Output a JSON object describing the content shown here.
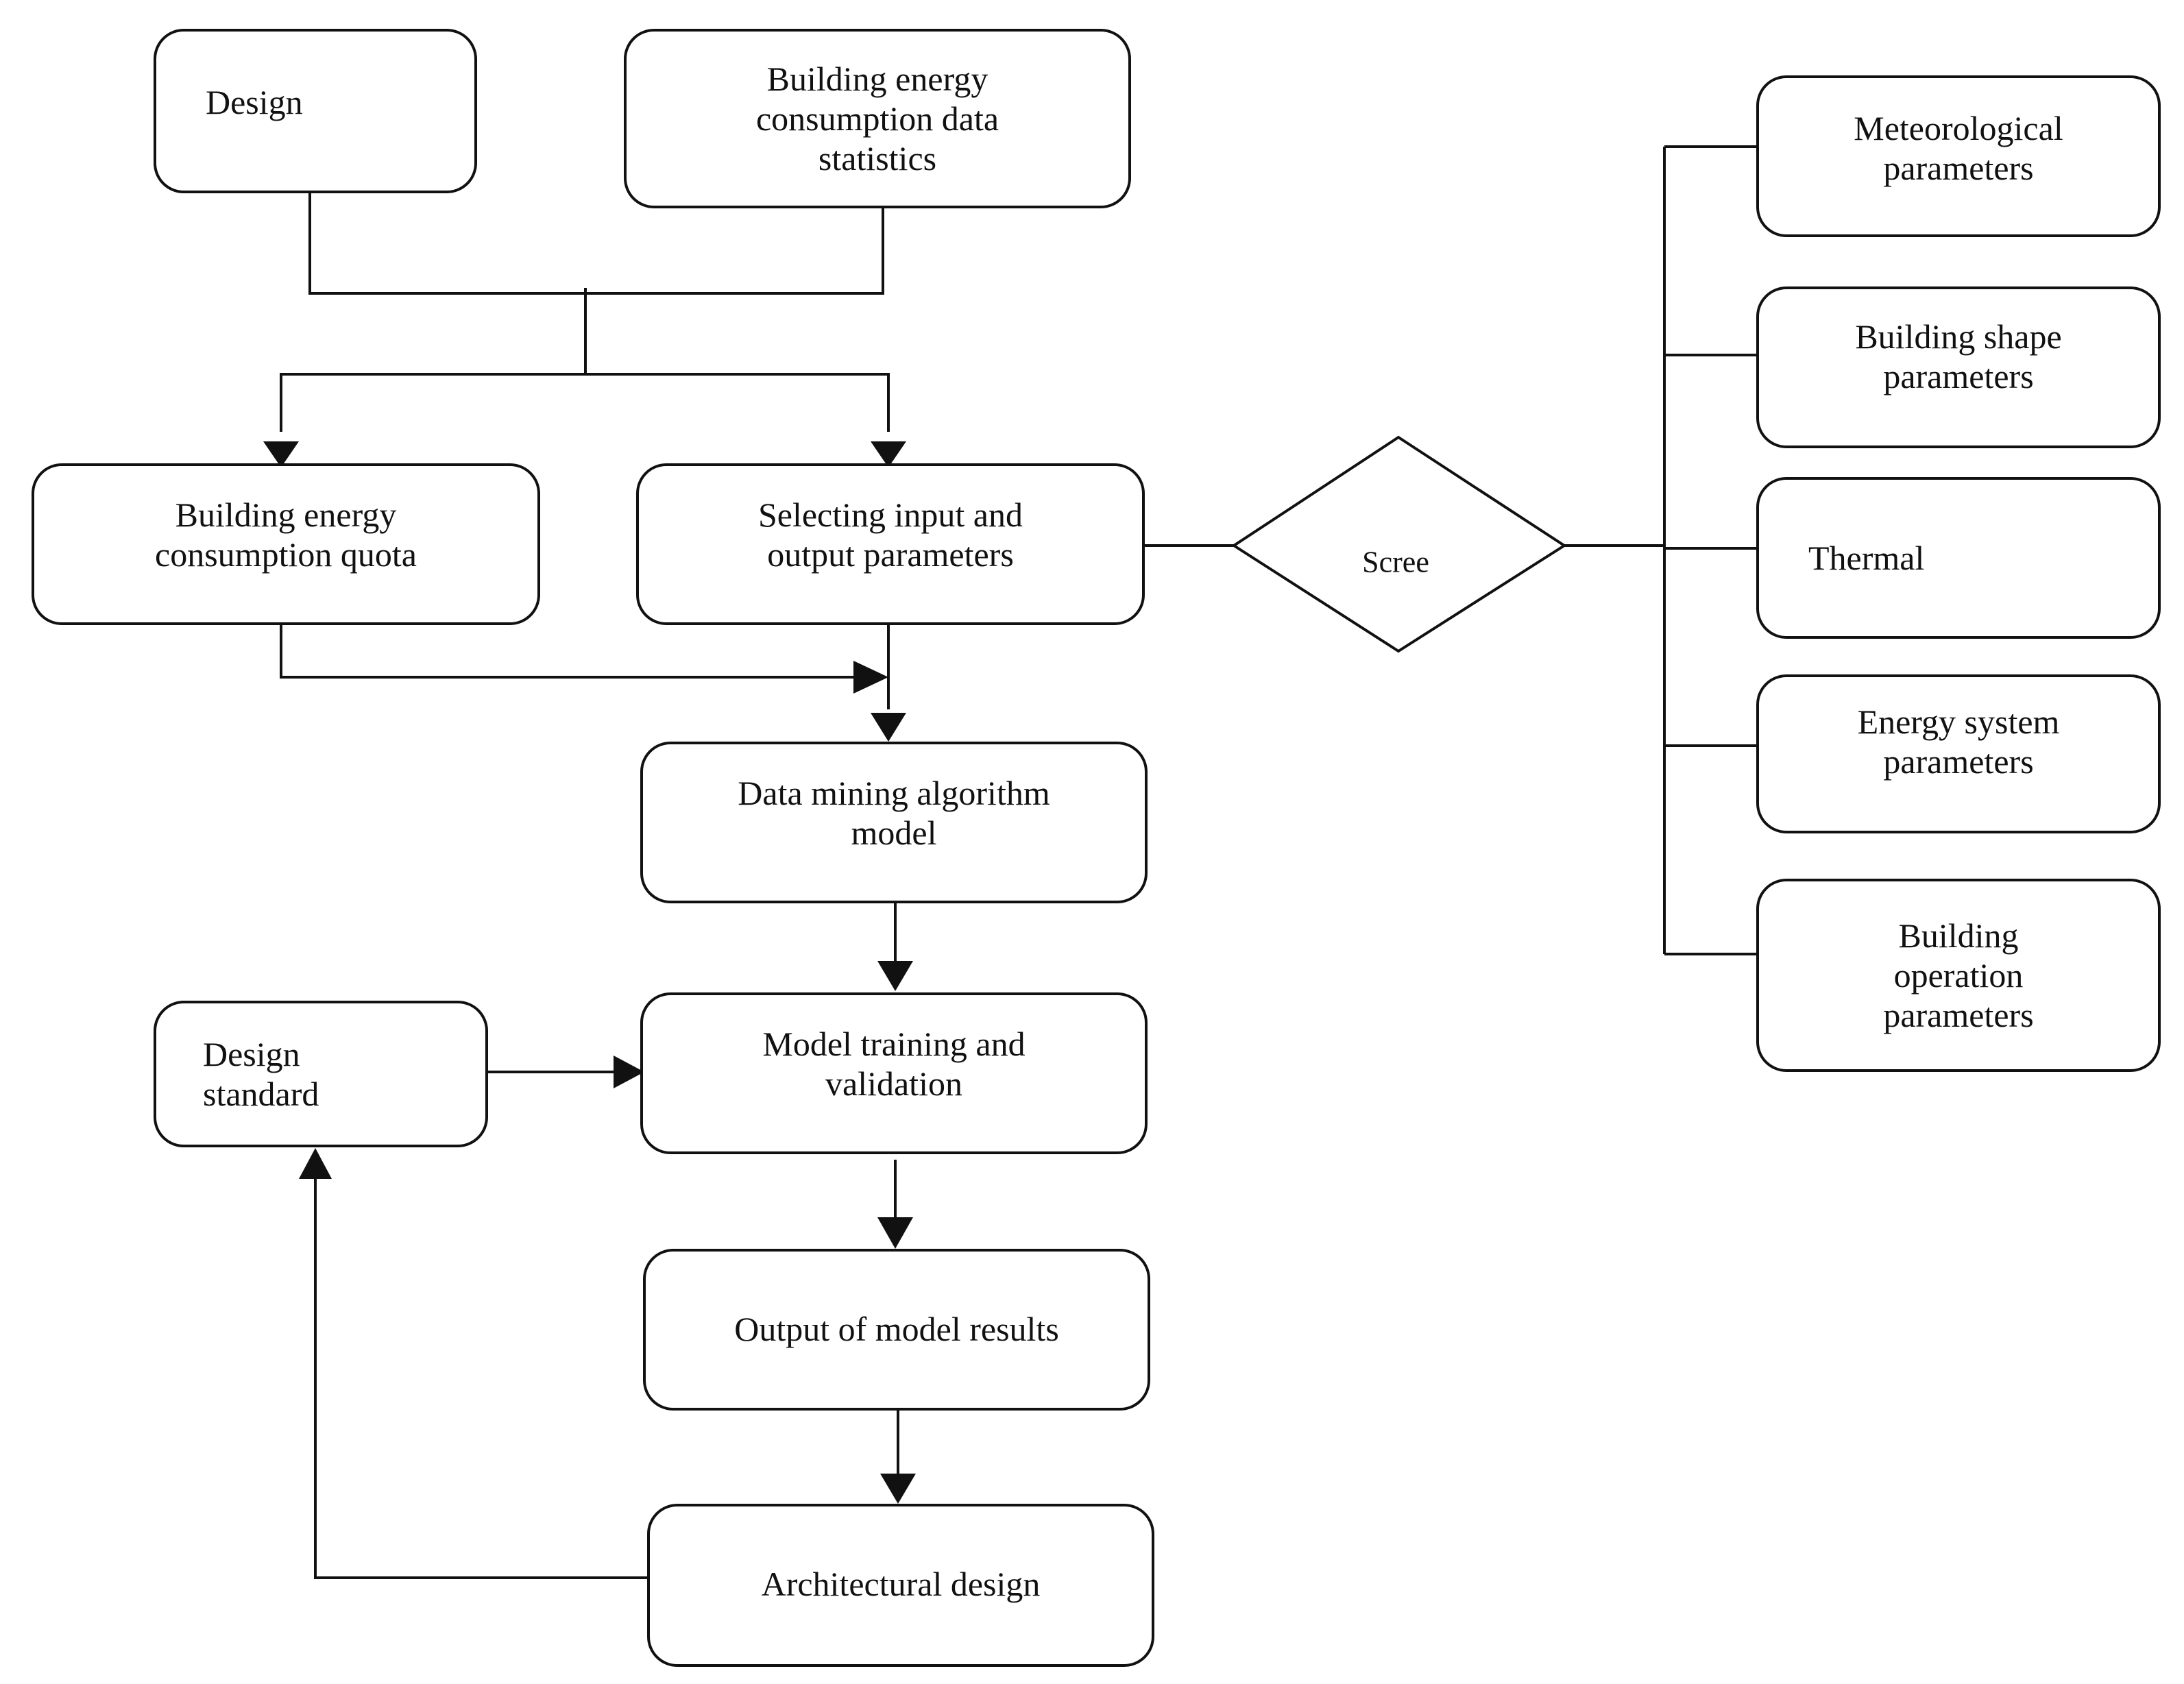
{
  "nodes": {
    "design": "Design",
    "statistics": "Building energy\nconsumption data\nstatistics",
    "quota": "Building energy\nconsumption quota",
    "selecting": "Selecting input and\noutput parameters",
    "data_mining": "Data mining algorithm\nmodel",
    "training": "Model training and\nvalidation",
    "design_standard": "Design\nstandard",
    "output": "Output of model results",
    "architectural": "Architectural design",
    "screen": "Scree",
    "meteorological": "Meteorological\nparameters",
    "shape": "Building shape\nparameters",
    "thermal": "Thermal",
    "energy_system": "Energy system\nparameters",
    "operation": "Building\noperation\nparameters"
  }
}
